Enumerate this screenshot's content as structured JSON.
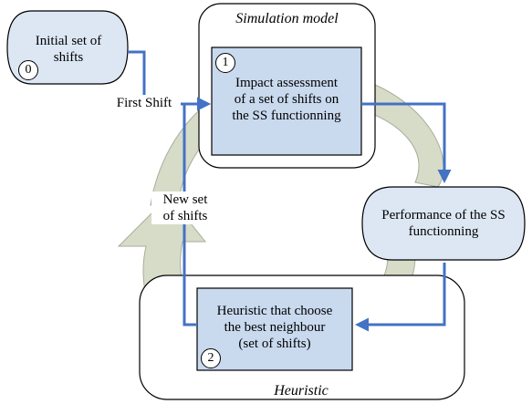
{
  "title": "",
  "nodes": {
    "initial": {
      "text": "Initial set of\nshifts",
      "step": "0"
    },
    "simulation": {
      "caption": "Simulation model"
    },
    "impact": {
      "text": "Impact assessment\nof a set of shifts on\nthe SS functionning",
      "step": "1"
    },
    "performance": {
      "text": "Performance of the SS\nfunctionning"
    },
    "heuristic": {
      "caption": "Heuristic"
    },
    "neighbour": {
      "text": "Heuristic that choose\nthe best neighbour\n(set of shifts)",
      "step": "2"
    }
  },
  "edges": {
    "first_shift": "First Shift",
    "new_set": "New set\nof shifts"
  },
  "colors": {
    "inner_box_fill": "#c9d9ee",
    "pill_fill": "#dde7f4",
    "arrow_blue": "#4472c4",
    "cycle_arrow_fill": "#d7dcc9",
    "cycle_arrow_stroke": "#a8ad9a"
  }
}
